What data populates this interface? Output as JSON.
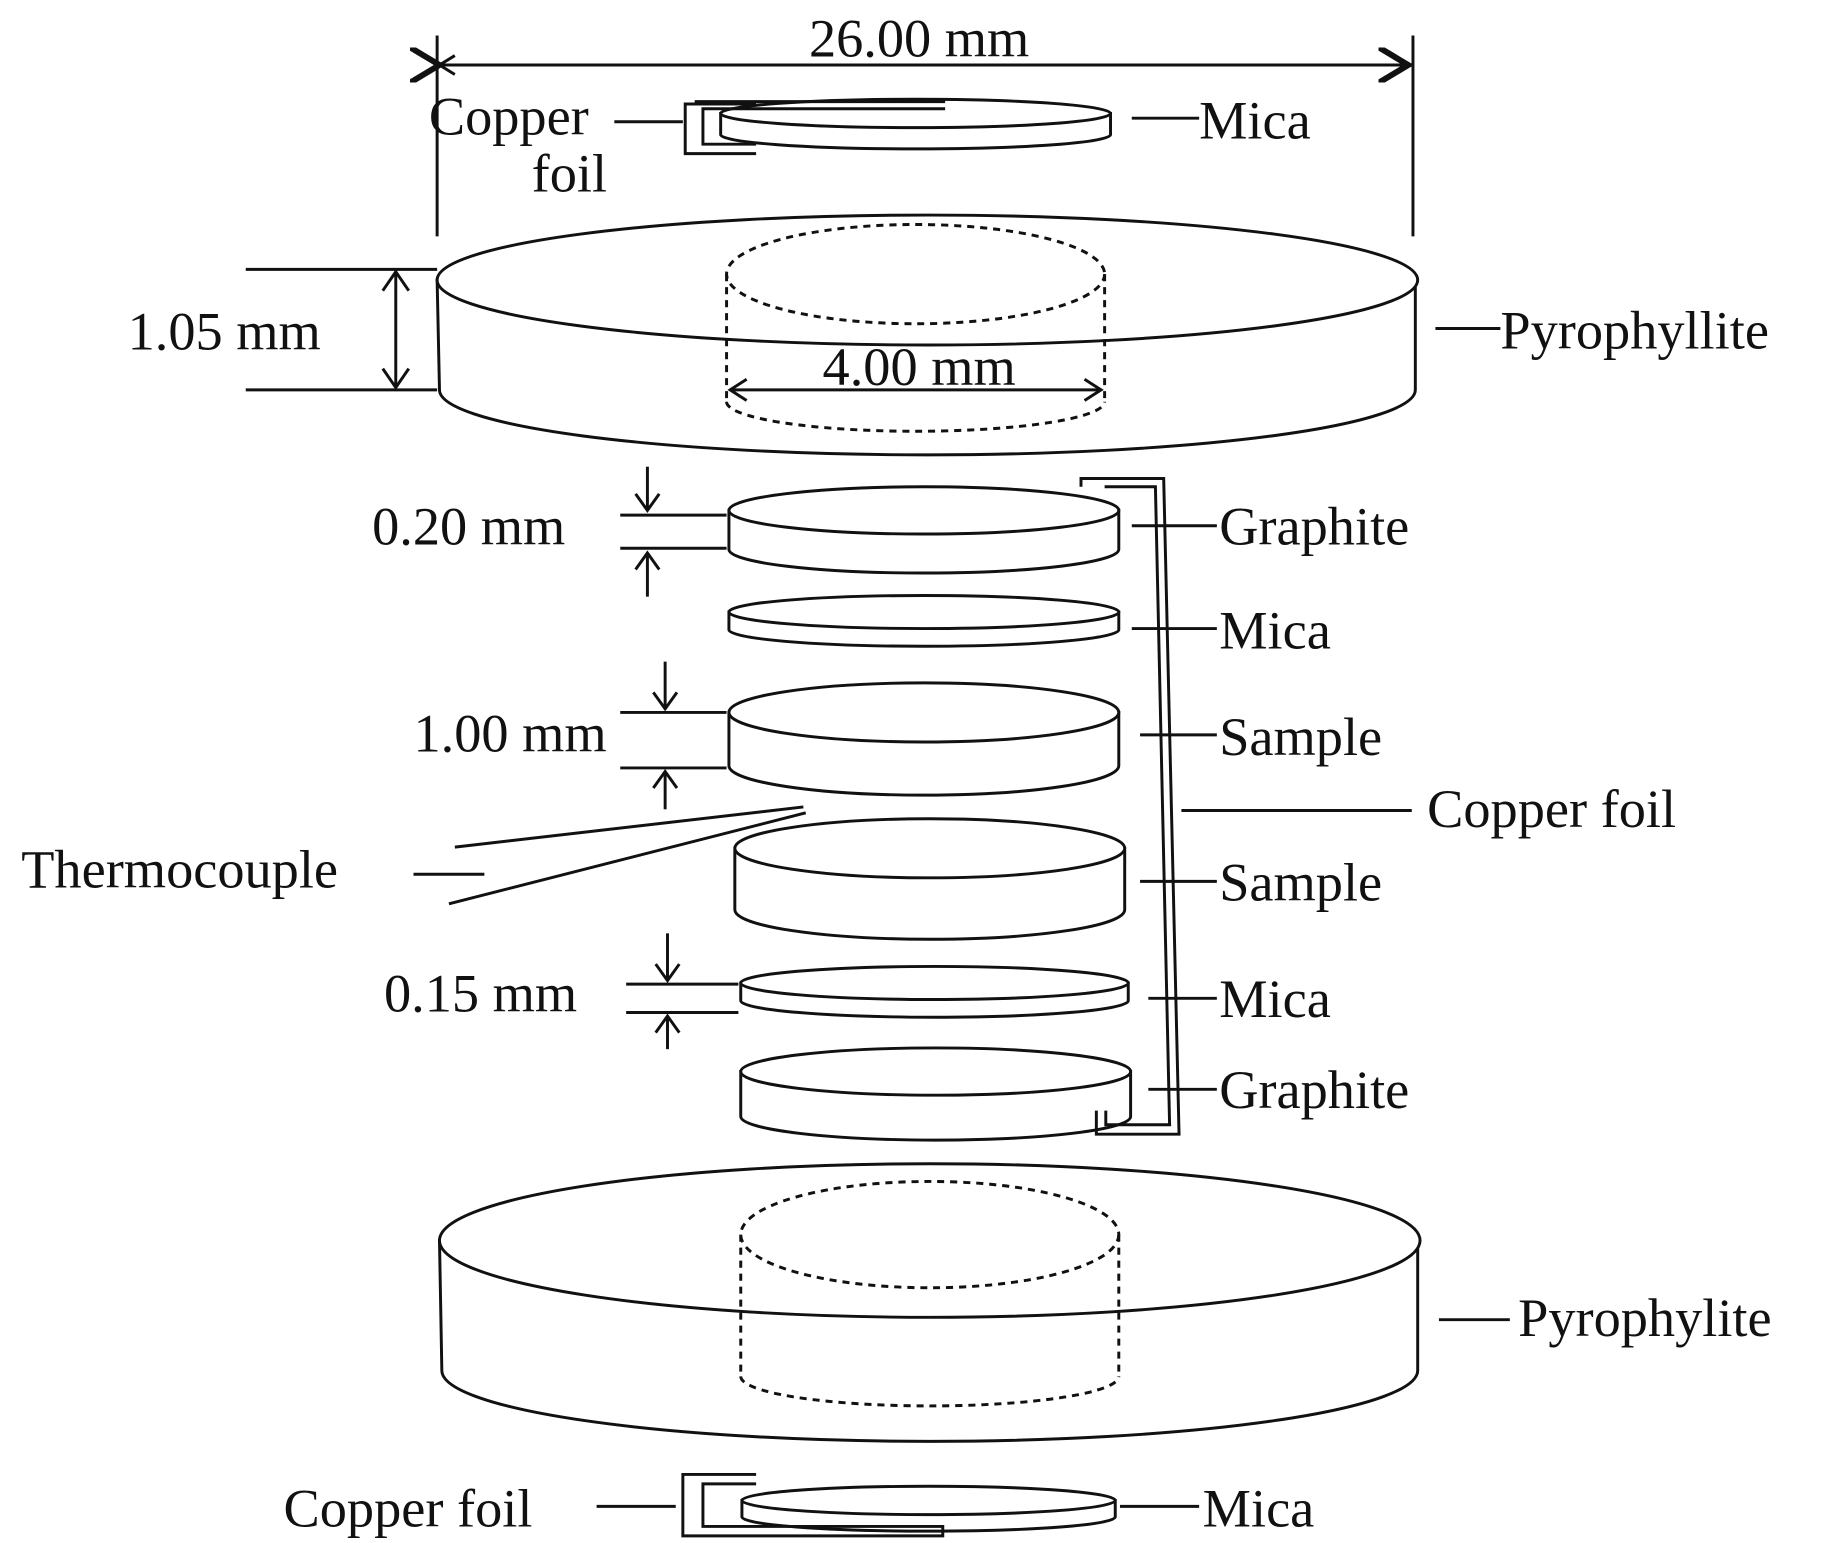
{
  "dimensions": {
    "outer_diameter": "26.00 mm",
    "pyrophyllite_thickness": "1.05 mm",
    "inner_diameter": "4.00 mm",
    "graphite_thickness": "0.20 mm",
    "sample_thickness": "1.00 mm",
    "mica_thickness": "0.15 mm"
  },
  "labels": {
    "top_copper_1": "Copper",
    "top_copper_2": "foil",
    "top_mica": "Mica",
    "top_pyrophyllite": "Pyrophyllite",
    "graphite_1": "Graphite",
    "mica_1": "Mica",
    "sample_1": "Sample",
    "copper_foil": "Copper foil",
    "sample_2": "Sample",
    "mica_2": "Mica",
    "graphite_2": "Graphite",
    "thermocouple": "Thermocouple",
    "bottom_pyrophylite": "Pyrophylite",
    "bottom_copper_foil": "Copper foil",
    "bottom_mica": "Mica"
  }
}
